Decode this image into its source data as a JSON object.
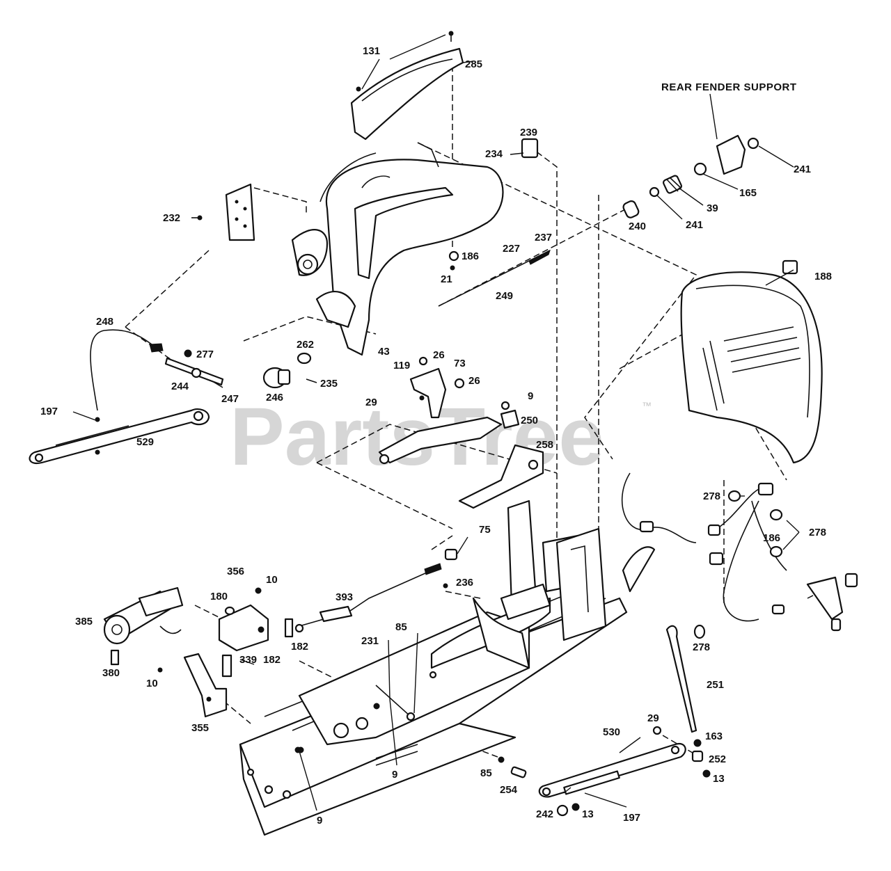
{
  "watermark": {
    "text": "PartsTree",
    "trademark": "™"
  },
  "heading": "REAR FENDER SUPPORT",
  "callouts": {
    "c131": "131",
    "c285": "285",
    "c239": "239",
    "c234": "234",
    "c241a": "241",
    "c165": "165",
    "c39": "39",
    "c241b": "241",
    "c240": "240",
    "c237": "237",
    "c227": "227",
    "c232": "232",
    "c186a": "186",
    "c21": "21",
    "c249": "249",
    "c188": "188",
    "c248": "248",
    "c277": "277",
    "c262": "262",
    "c43": "43",
    "c119": "119",
    "c26a": "26",
    "c73": "73",
    "c26b": "26",
    "c244": "244",
    "c247": "247",
    "c246": "246",
    "c235": "235",
    "c29a": "29",
    "c9a": "9",
    "c250": "250",
    "c197a": "197",
    "c529": "529",
    "c258": "258",
    "c278a": "278",
    "c278b": "278",
    "c186b": "186",
    "c75": "75",
    "c356": "356",
    "c10a": "10",
    "c236": "236",
    "c393": "393",
    "c180": "180",
    "c385": "385",
    "c182a": "182",
    "c231": "231",
    "c85a": "85",
    "c339": "339",
    "c182b": "182",
    "c380": "380",
    "c10b": "10",
    "c278c": "278",
    "c251": "251",
    "c355": "355",
    "c29b": "29",
    "c530": "530",
    "c163": "163",
    "c252": "252",
    "c9b": "9",
    "c85b": "85",
    "c13a": "13",
    "c254": "254",
    "c9c": "9",
    "c242": "242",
    "c13b": "13",
    "c197b": "197"
  }
}
